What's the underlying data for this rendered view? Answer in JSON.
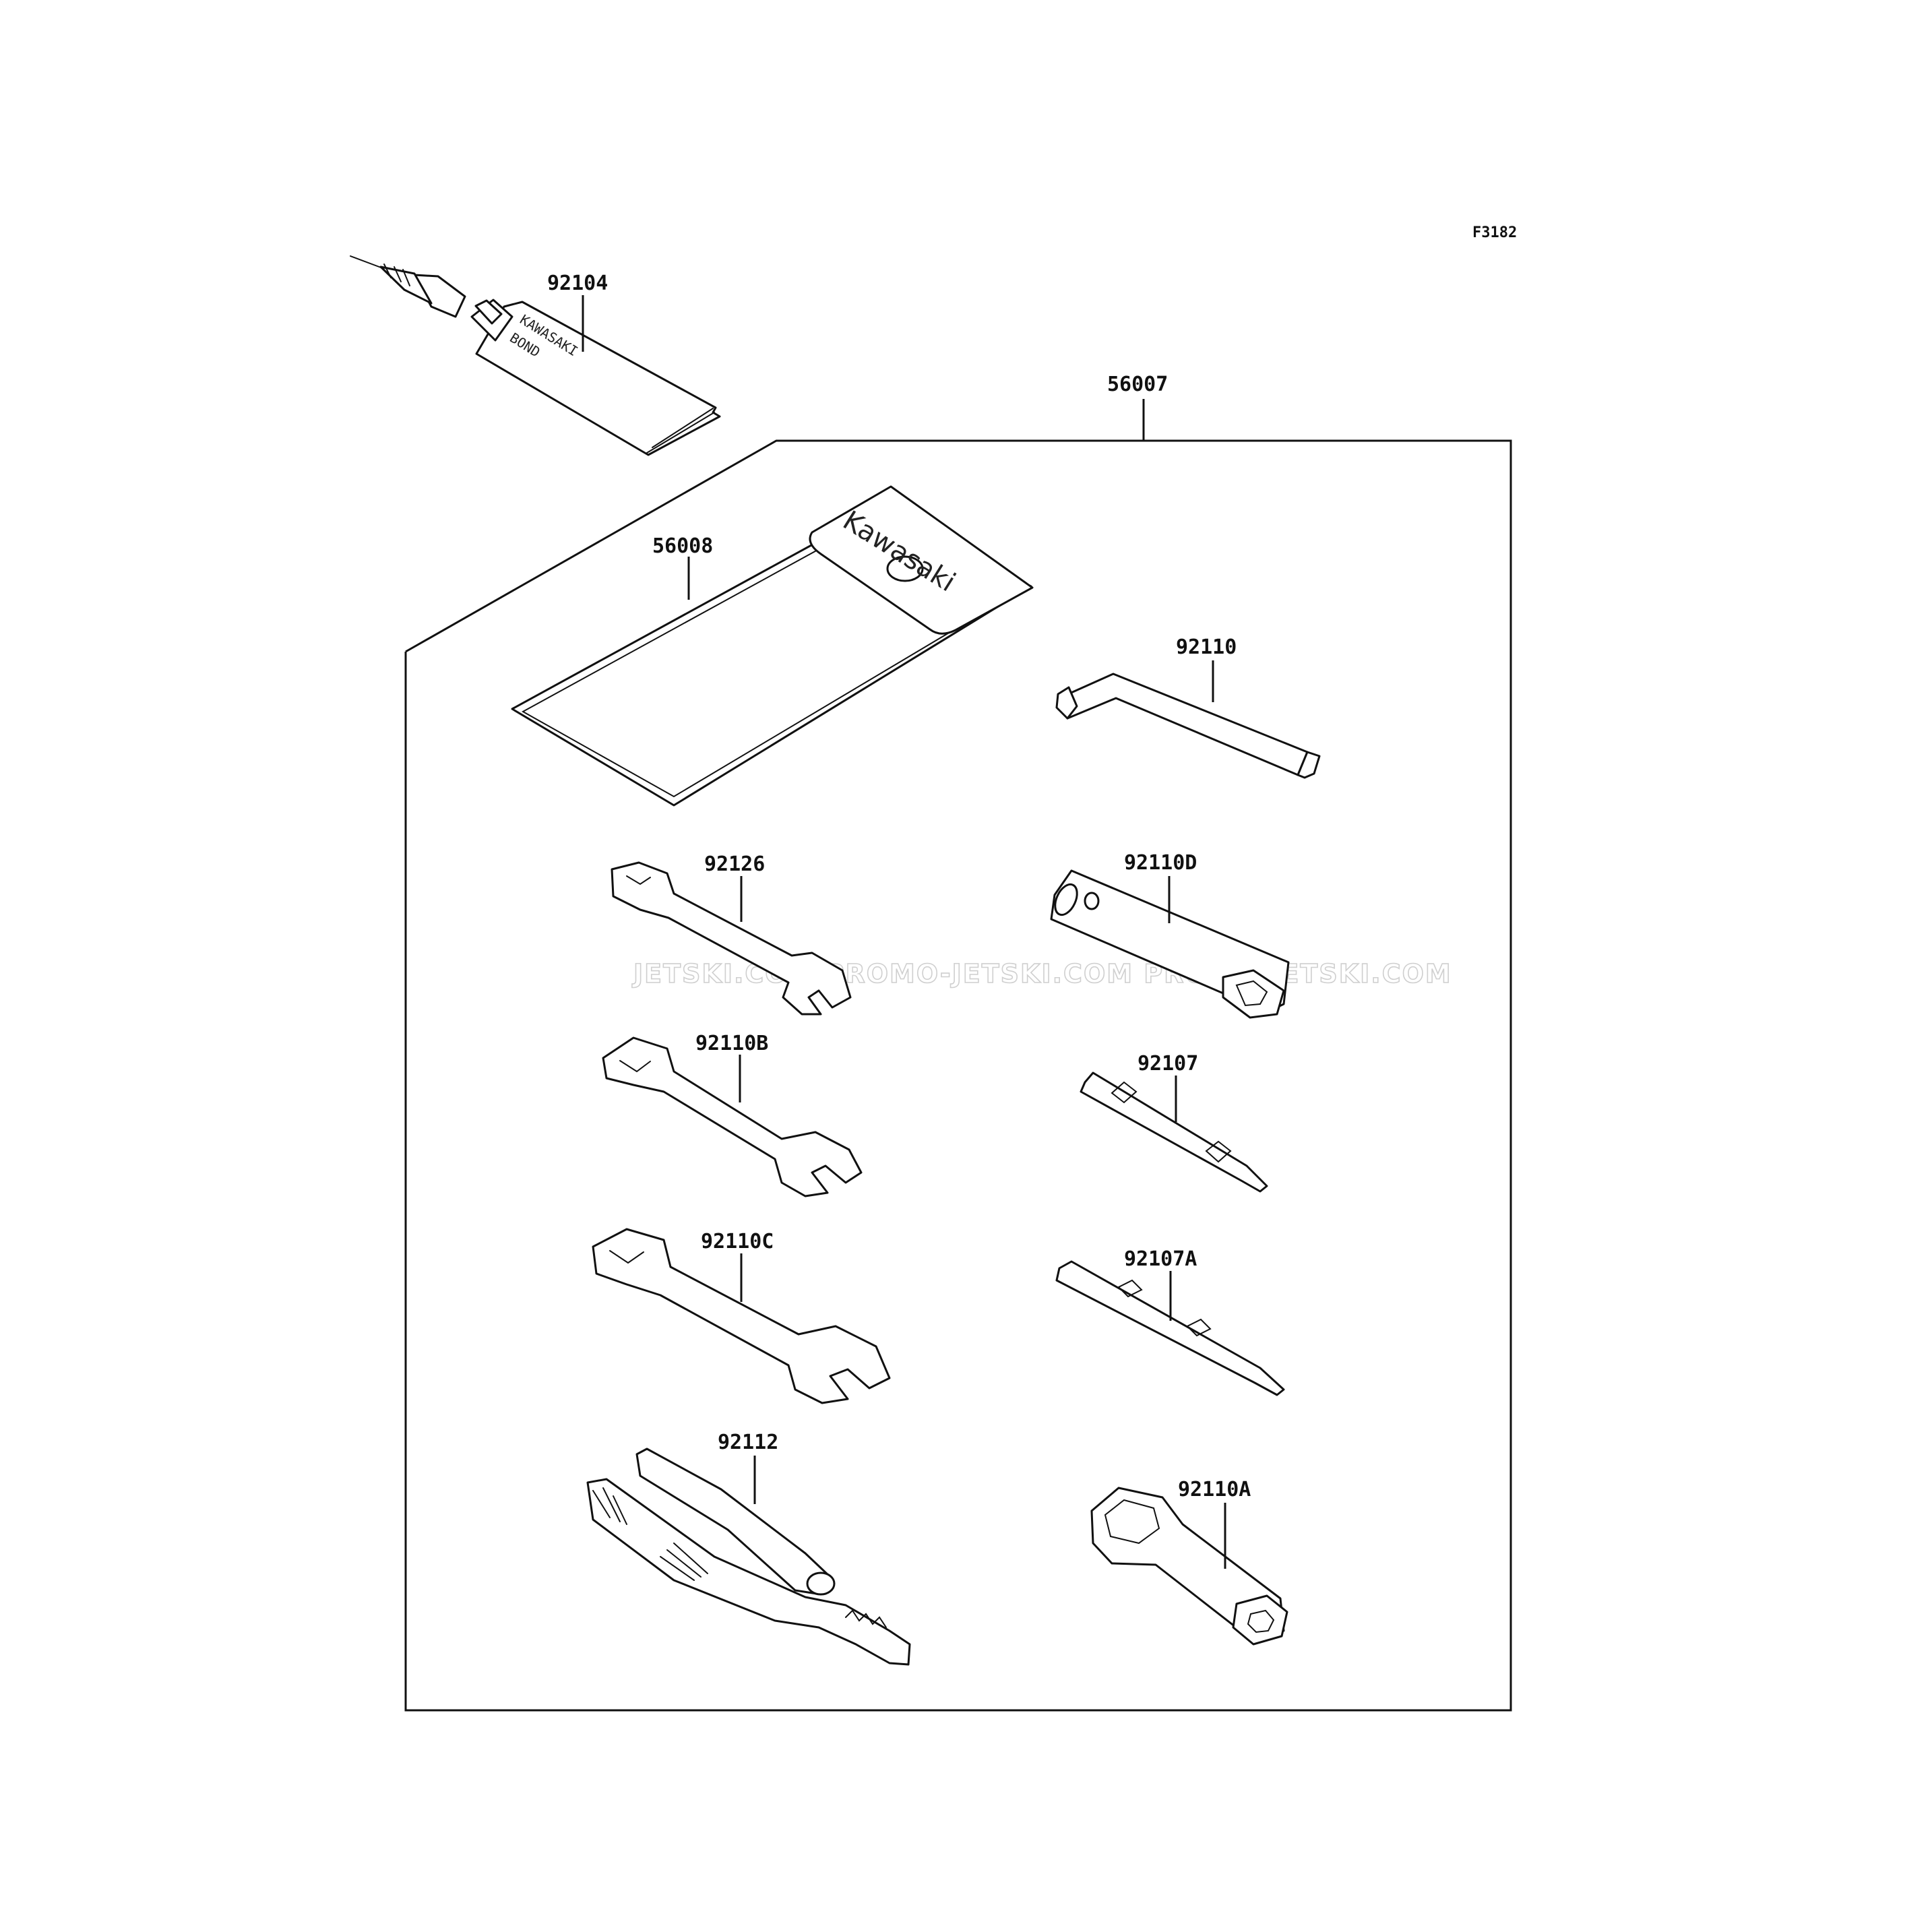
{
  "figure_id": "F3182",
  "watermark": "JETSKI.COM   PROMO-JETSKI.COM   PROMO-JETSKI.COM",
  "tube_text": {
    "line1": "KAWASAKI",
    "line2": "BOND"
  },
  "pouch_brand": "Kawasaki",
  "parts": [
    {
      "number": "92104"
    },
    {
      "number": "56007"
    },
    {
      "number": "56008"
    },
    {
      "number": "92110"
    },
    {
      "number": "92126"
    },
    {
      "number": "92110D"
    },
    {
      "number": "92110B"
    },
    {
      "number": "92107"
    },
    {
      "number": "92110C"
    },
    {
      "number": "92107A"
    },
    {
      "number": "92112"
    },
    {
      "number": "92110A"
    }
  ]
}
